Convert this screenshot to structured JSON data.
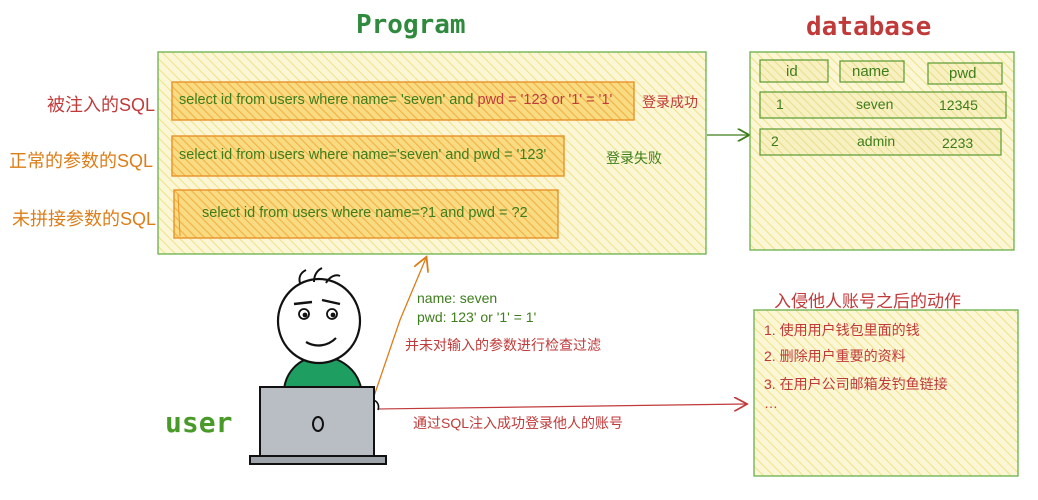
{
  "program": {
    "title": "Program"
  },
  "database": {
    "title": "database",
    "headers": [
      "id",
      "name",
      "pwd"
    ],
    "rows": [
      [
        "1",
        "seven",
        "12345"
      ],
      [
        "2",
        "admin",
        "2233"
      ]
    ]
  },
  "rows": [
    {
      "label": "被注入的SQL",
      "sql_prefix": "select id from users where name= 'seven' and ",
      "sql_injected": "pwd = '123 or '1' = '1'",
      "result": "登录成功"
    },
    {
      "label": "正常的参数的SQL",
      "sql_prefix": "select id from users where name='seven' and pwd = '123'",
      "result": "登录失败"
    },
    {
      "label": "未拼接参数的SQL",
      "sql_prefix": "select id from users where name=?1 and pwd = ?2"
    }
  ],
  "user": {
    "label": "user",
    "input_name": "name: seven",
    "input_pwd": "pwd: 123' or '1' = 1'",
    "note_unchecked": "并未对输入的参数进行检查过滤",
    "note_login": "通过SQL注入成功登录他人的账号"
  },
  "actions": {
    "title": "入侵他人账号之后的动作",
    "items": [
      "1. 使用用户钱包里面的钱",
      "2. 删除用户重要的资料",
      "3. 在用户公司邮箱发钓鱼链接",
      "…"
    ]
  },
  "colors": {
    "green": "#3e7d1c",
    "red": "#c03a3a",
    "orange": "#dc7d18",
    "box_fill": "#f7f1b8",
    "row_fill": "#f6c85c"
  }
}
